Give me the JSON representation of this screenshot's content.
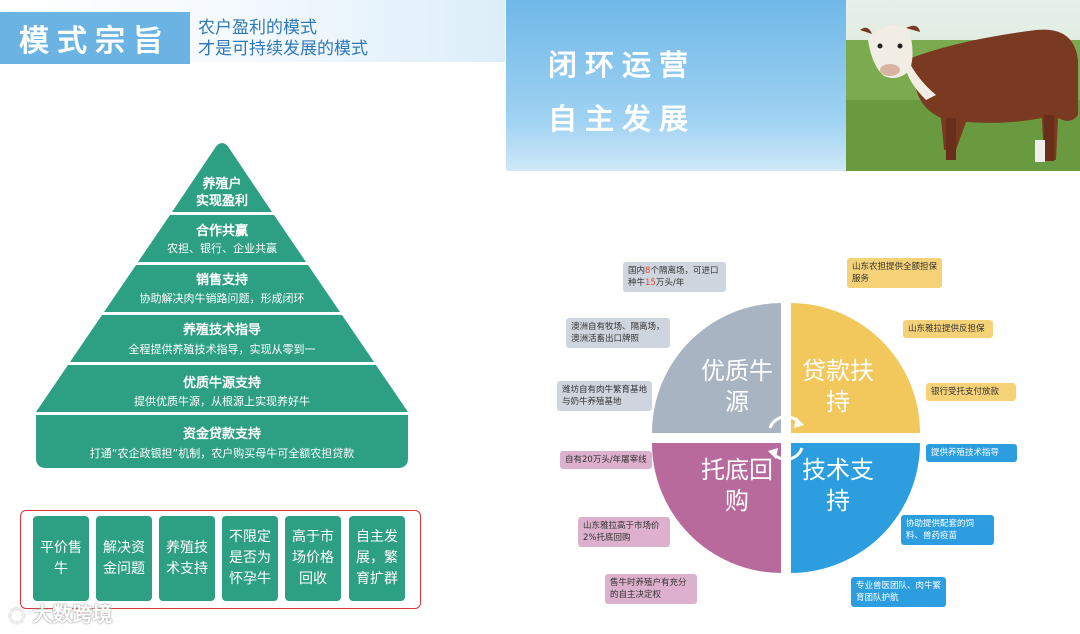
{
  "header": {
    "title": "模式宗旨",
    "motto_line1": "农户盈利的模式",
    "motto_line2": "才是可持续发展的模式"
  },
  "banner": {
    "line1": "闭环运营",
    "line2": "自主发展"
  },
  "pyramid": [
    {
      "title": "养殖户",
      "title2": "实现盈利",
      "desc": ""
    },
    {
      "title": "合作共赢",
      "desc": "农担、银行、企业共赢"
    },
    {
      "title": "销售支持",
      "desc": "协助解决肉牛销路问题，形成闭环"
    },
    {
      "title": "养殖技术指导",
      "desc": "全程提供养殖技术指导，实现从零到一"
    },
    {
      "title": "优质牛源支持",
      "desc": "提供优质牛源，从根源上实现养好牛"
    },
    {
      "title": "资金贷款支持",
      "desc": "打通“农企政银担”机制，农户购买母牛可全额农担贷款"
    }
  ],
  "tiles": [
    "平价售牛",
    "解决资金问题",
    "养殖技术支持",
    "不限定是否为怀孕牛",
    "高于市场价格回收",
    "自主发展，繁育扩群"
  ],
  "quadrants": {
    "top_left": "优质牛源",
    "top_right": "贷款扶持",
    "bottom_left": "托底回购",
    "bottom_right": "技术支持"
  },
  "callouts": {
    "grey1_a": "国内",
    "grey1_b": "8",
    "grey1_c": "个隔离场，可进口种牛",
    "grey1_d": "15",
    "grey1_e": "万头/年",
    "grey2": "澳洲自有牧场、隔离场，澳洲活畜出口牌照",
    "grey3": "潍坊自有肉牛繁育基地与奶牛养殖基地",
    "yellow1": "山东农担提供全额担保服务",
    "yellow2": "山东雅拉提供反担保",
    "yellow3": "银行受托支付放款",
    "blue1": "提供养殖技术指导",
    "blue2": "协助提供配套的饲料、兽药疫苗",
    "blue3": "专业兽医团队、肉牛繁育团队护航",
    "pink1": "自有20万头/年屠宰线",
    "pink2": "山东雅拉高于市场价2%托底回购",
    "pink3": "售牛时养殖户有充分的自主决定权"
  },
  "watermark": "大数跨境",
  "colors": {
    "teal": "#2d9f83",
    "sky": "#6ab3e3",
    "quad_grey": "#a9b4c2",
    "quad_yellow": "#f2c75c",
    "quad_blue": "#2c9ee0",
    "quad_pink": "#b86a9c",
    "frame_red": "#d9343a"
  }
}
